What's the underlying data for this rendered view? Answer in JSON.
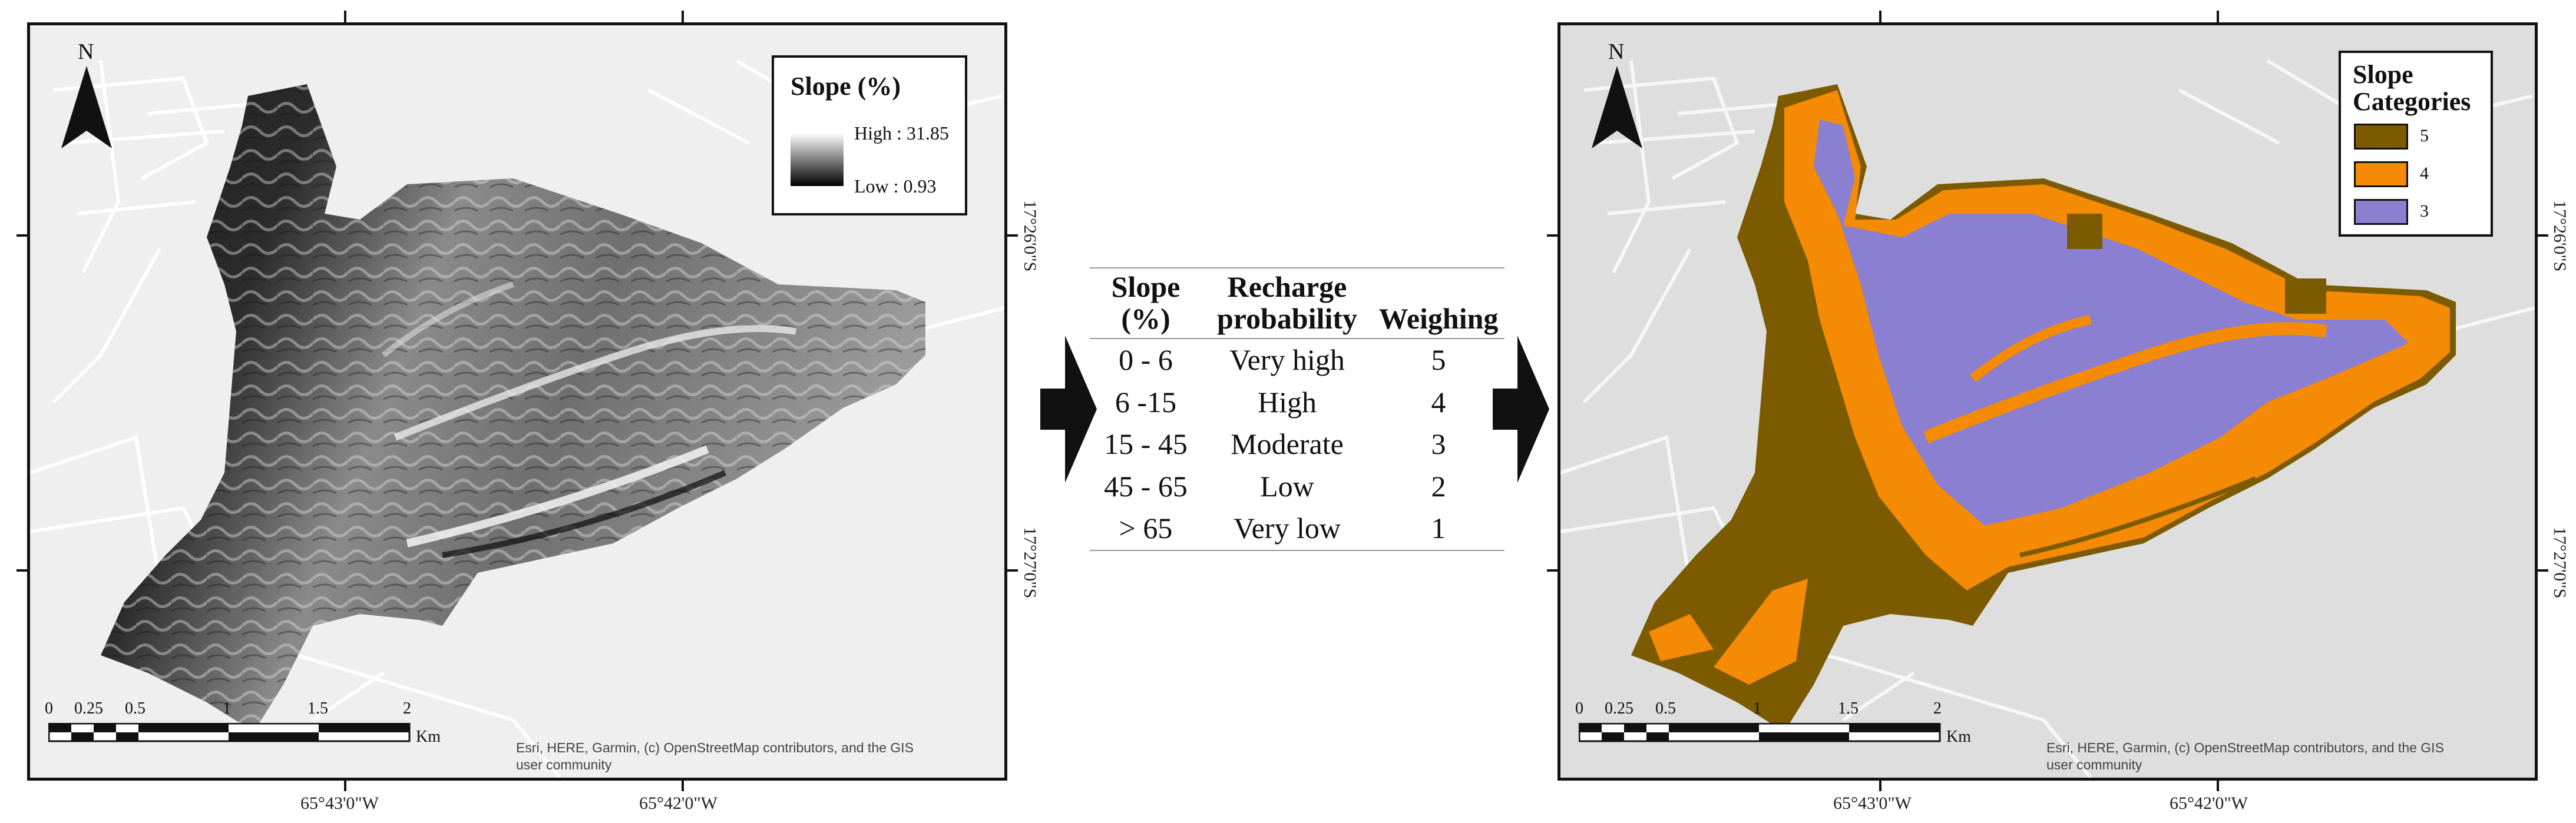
{
  "left_map": {
    "north_label": "N",
    "legend": {
      "title": "Slope (%)",
      "high_label": "High : 31.85",
      "low_label": "Low : 0.93"
    },
    "scale": {
      "ticks": [
        "0",
        "0.25",
        "0.5",
        "1",
        "1.5",
        "2"
      ],
      "unit": "Km"
    },
    "attribution": "Esri, HERE, Garmin, (c) OpenStreetMap contributors, and the GIS user community",
    "x_coords": [
      "65°43'0\"W",
      "65°42'0\"W"
    ],
    "y_coords": [
      "17°26'0\"S",
      "17°27'0\"S"
    ]
  },
  "table": {
    "headers": [
      "Slope (%)",
      "Recharge probability",
      "Weighing"
    ],
    "rows": [
      [
        "0 - 6",
        "Very high",
        "5"
      ],
      [
        "6 -15",
        "High",
        "4"
      ],
      [
        "15 - 45",
        "Moderate",
        "3"
      ],
      [
        "45 - 65",
        "Low",
        "2"
      ],
      [
        "> 65",
        "Very low",
        "1"
      ]
    ]
  },
  "right_map": {
    "north_label": "N",
    "legend": {
      "title": "Slope Categories",
      "items": [
        {
          "label": "5",
          "color": "#7b5a00"
        },
        {
          "label": "4",
          "color": "#f58a05"
        },
        {
          "label": "3",
          "color": "#8a7fd0"
        }
      ]
    },
    "scale": {
      "ticks": [
        "0",
        "0.25",
        "0.5",
        "1",
        "1.5",
        "2"
      ],
      "unit": "Km"
    },
    "attribution": "Esri, HERE, Garmin, (c) OpenStreetMap contributors, and the GIS user community",
    "x_coords": [
      "65°43'0\"W",
      "65°42'0\"W"
    ],
    "y_coords": [
      "17°26'0\"S",
      "17°27'0\"S"
    ]
  }
}
